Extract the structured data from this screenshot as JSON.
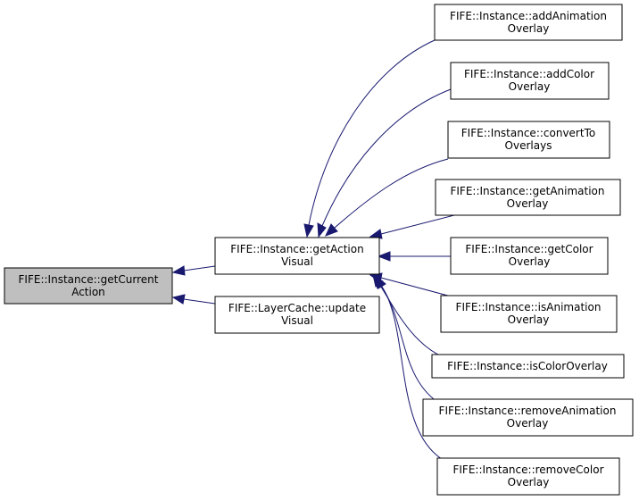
{
  "colors": {
    "edge": "#191970",
    "node_fill": "#ffffff",
    "highlight_fill": "#bfbfbf",
    "border": "#000000"
  },
  "nodes": {
    "get_current_action": {
      "line1": "FIFE::Instance::getCurrent",
      "line2": "Action"
    },
    "get_action_visual": {
      "line1": "FIFE::Instance::getAction",
      "line2": "Visual"
    },
    "layer_cache_update_visual": {
      "line1": "FIFE::LayerCache::update",
      "line2": "Visual"
    },
    "add_animation_overlay": {
      "line1": "FIFE::Instance::addAnimation",
      "line2": "Overlay"
    },
    "add_color_overlay": {
      "line1": "FIFE::Instance::addColor",
      "line2": "Overlay"
    },
    "convert_to_overlays": {
      "line1": "FIFE::Instance::convertTo",
      "line2": "Overlays"
    },
    "get_animation_overlay": {
      "line1": "FIFE::Instance::getAnimation",
      "line2": "Overlay"
    },
    "get_color_overlay": {
      "line1": "FIFE::Instance::getColor",
      "line2": "Overlay"
    },
    "is_animation_overlay": {
      "line1": "FIFE::Instance::isAnimation",
      "line2": "Overlay"
    },
    "is_color_overlay": {
      "line1": "FIFE::Instance::isColorOverlay"
    },
    "remove_animation_overlay": {
      "line1": "FIFE::Instance::removeAnimation",
      "line2": "Overlay"
    },
    "remove_color_overlay": {
      "line1": "FIFE::Instance::removeColor",
      "line2": "Overlay"
    }
  }
}
